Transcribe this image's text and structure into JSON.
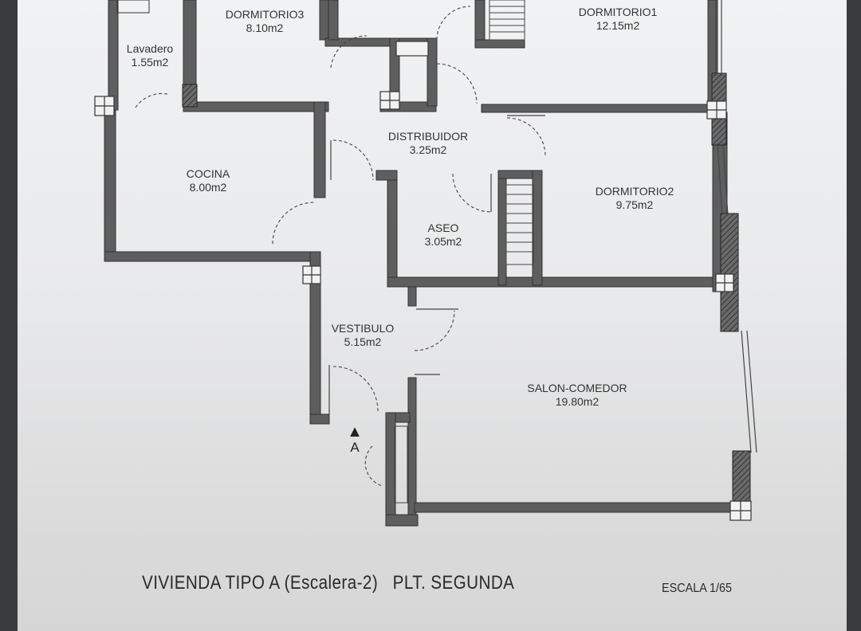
{
  "rooms": [
    {
      "id": "dormitorio3",
      "name": "DORMITORIO3",
      "area": "8.10m2"
    },
    {
      "id": "dormitorio1",
      "name": "DORMITORIO1",
      "area": "12.15m2"
    },
    {
      "id": "lavadero",
      "name": "Lavadero",
      "area": "1.55m2"
    },
    {
      "id": "distribuidor",
      "name": "DISTRIBUIDOR",
      "area": "3.25m2"
    },
    {
      "id": "cocina",
      "name": "COCINA",
      "area": "8.00m2"
    },
    {
      "id": "dormitorio2",
      "name": "DORMITORIO2",
      "area": "9.75m2"
    },
    {
      "id": "aseo",
      "name": "ASEO",
      "area": "3.05m2"
    },
    {
      "id": "vestibulo",
      "name": "VESTIBULO",
      "area": "5.15m2"
    },
    {
      "id": "salon",
      "name": "SALON-COMEDOR",
      "area": "19.80m2"
    }
  ],
  "section_marker": "A",
  "title": "VIVIENDA TIPO A (Escalera-2)   PLT. SEGUNDA",
  "scale": "ESCALA 1/65",
  "colors": {
    "wall": "#5a5a5a",
    "hatch": "#3f3f3f",
    "paper": "#eeeff0",
    "text": "#333333"
  }
}
